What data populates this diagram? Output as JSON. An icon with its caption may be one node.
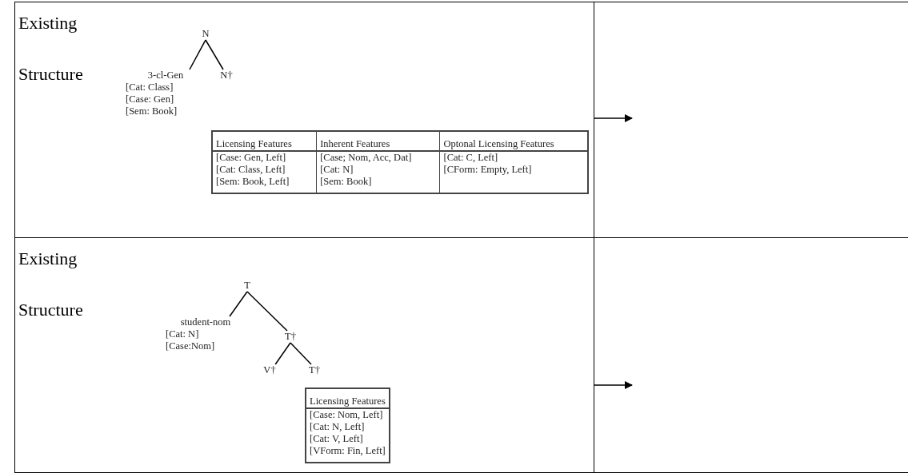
{
  "diagram": {
    "nodes": [
      {
        "text": [
          "Existing Structure"
        ]
      },
      {
        "text": [
          "N"
        ],
        "in": 0
      },
      {
        "text": [
          "3-cl-Gen",
          "[Cat: Class]",
          "[Case: Gen]",
          "[Sem: Book]"
        ],
        "in": 0
      },
      {
        "text": [
          "N†"
        ],
        "in": 0
      },
      {
        "text": [
          "Licensing Features",
          "Inherent Features",
          "Optonal Licensing Features",
          "[Case: Gen, Left]",
          "[Case; Nom, Acc, Dat]",
          "[Cat: C, Left]",
          "[Cat: Class, Left]",
          "[Cat: N]",
          "[CForm: Empty, Left]",
          "[Sem: Book, Left]",
          "[Sem: Book]"
        ],
        "in": 0
      },
      {
        "text": [],
        "shape": "box"
      },
      {
        "text": [
          "Existing Structure"
        ]
      },
      {
        "text": [
          "T"
        ],
        "in": 6
      },
      {
        "text": [
          "student-nom",
          "[Cat: N]",
          "[Case:Nom]"
        ],
        "in": 6
      },
      {
        "text": [
          "T†"
        ],
        "in": 6
      },
      {
        "text": [
          "V†"
        ],
        "in": 6
      },
      {
        "text": [
          "T†"
        ],
        "in": 6
      },
      {
        "text": [
          "Licensing Features",
          "[Case: Nom, Left]",
          "[Cat: N,  Left]",
          "[Cat: V, Left]",
          "[VForm: Fin, Left]"
        ],
        "in": 6
      },
      {
        "text": [],
        "shape": "box"
      }
    ],
    "edges": [
      {
        "from": 1,
        "to": 2,
        "arrow": "none"
      },
      {
        "from": 1,
        "to": 3,
        "arrow": "none"
      },
      {
        "from": 0,
        "to": 5,
        "arrow": "to"
      },
      {
        "from": 7,
        "to": 8,
        "arrow": "none"
      },
      {
        "from": 7,
        "to": 9,
        "arrow": "none"
      },
      {
        "from": 9,
        "to": 10,
        "arrow": "none"
      },
      {
        "from": 9,
        "to": 11,
        "arrow": "none"
      },
      {
        "from": 6,
        "to": 13,
        "arrow": "to"
      }
    ]
  }
}
